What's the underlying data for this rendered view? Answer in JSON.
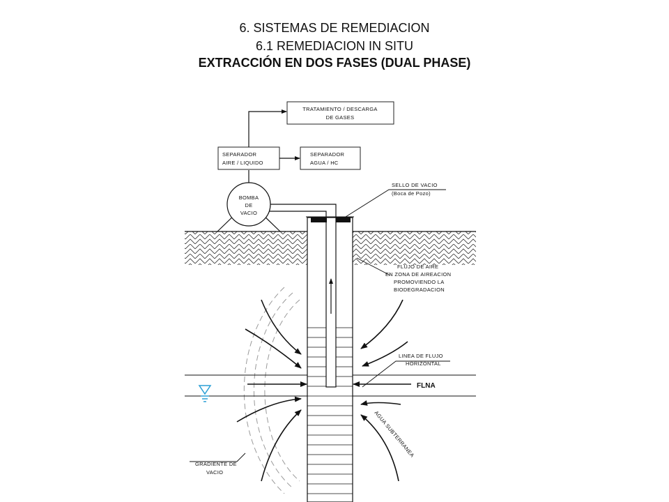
{
  "header": {
    "line1": "6. SISTEMAS DE REMEDIACION",
    "line2": "6.1 REMEDIACION IN SITU",
    "line3": "EXTRACCIÓN EN DOS FASES (DUAL PHASE)"
  },
  "diagram": {
    "treatment_line1": "TRATAMIENTO  /  DESCARGA",
    "treatment_line2": "DE  GASES",
    "separator_air_line1": "SEPARADOR",
    "separator_air_line2": "AIRE  /  LIQUIDO",
    "separator_water_line1": "SEPARADOR",
    "separator_water_line2": "AGUA  /  HC",
    "pump_line1": "BOMBA",
    "pump_line2": "DE",
    "pump_line3": "VACIO",
    "seal_line1": "SELLO  DE  VACIO",
    "seal_line2": "(Boca  de  Pozo)",
    "airflow_line1": "FLUJO  DE  AIRE",
    "airflow_line2": "EN  ZONA  DE  AIREACION",
    "airflow_line3": "PROMOVIENDO  LA",
    "airflow_line4": "BIODEGRADACION",
    "hflow_line1": "LINEA  DE  FLUJO",
    "hflow_line2": "HORIZONTAL",
    "flna": "FLNA",
    "groundwater": "AGUA  SUBTERRANEA",
    "gradient_line1": "GRADIENTE  DE",
    "gradient_line2": "VACIO"
  },
  "colors": {
    "water_symbol": "#2a9fd6",
    "line": "#111111"
  }
}
